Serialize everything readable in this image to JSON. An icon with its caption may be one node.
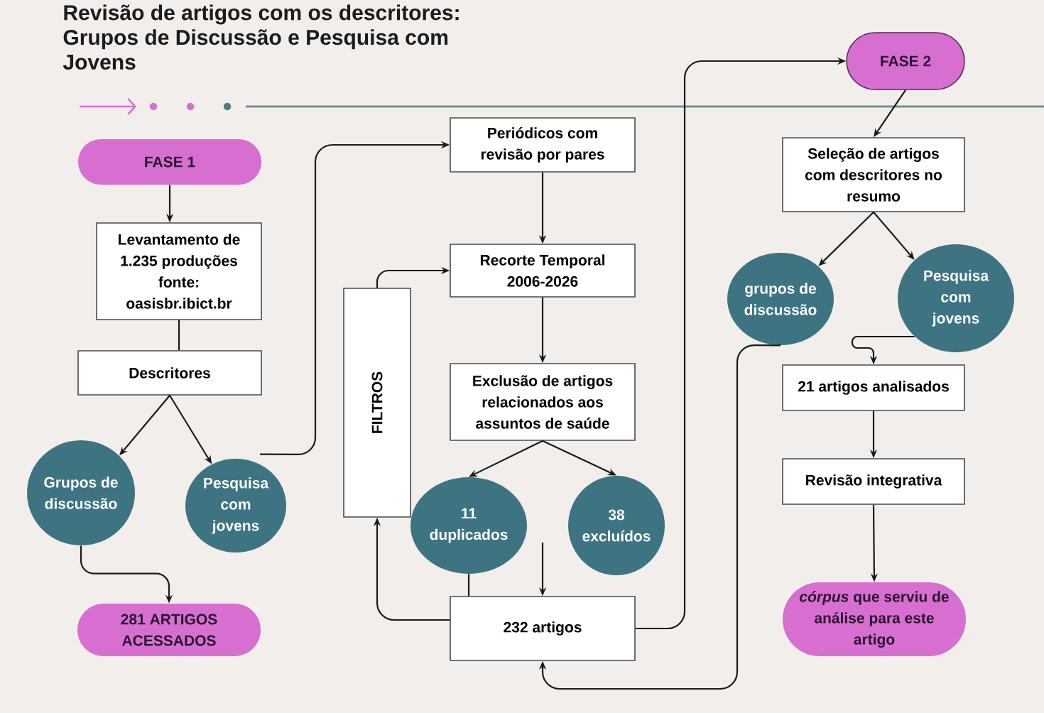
{
  "diagram": {
    "title": "Revisão de artigos com os descritores: Grupos de Discussão e Pesquisa com Jovens",
    "nodes": [
      {
        "text": [
          "FASE 1"
        ]
      },
      {
        "text": [
          "Levantamento de 1.235 produções fonte: oasisbr.ibict.br"
        ]
      },
      {
        "text": [
          "Descritores"
        ]
      },
      {
        "text": [
          "Grupos de discussão"
        ]
      },
      {
        "text": [
          "Pesquisa com jovens"
        ]
      },
      {
        "text": [
          "281 ARTIGOS ACESSADOS"
        ]
      },
      {
        "text": [
          "FILTROS"
        ]
      },
      {
        "text": [
          "Periódicos com revisão por pares"
        ]
      },
      {
        "text": [
          "Recorte Temporal 2006-2026"
        ]
      },
      {
        "text": [
          "Exclusão de artigos relacionados aos assuntos de saúde"
        ]
      },
      {
        "text": [
          "11 duplicados"
        ]
      },
      {
        "text": [
          "38 excluídos"
        ]
      },
      {
        "text": [
          "232 artigos"
        ]
      },
      {
        "text": [
          "FASE 2"
        ]
      },
      {
        "text": [
          "Seleção de artigos com descritores no resumo"
        ]
      },
      {
        "text": [
          "grupos de discussão"
        ]
      },
      {
        "text": [
          "Pesquisa com jovens"
        ]
      },
      {
        "text": [
          "21 artigos analisados"
        ]
      },
      {
        "text": [
          "Revisão integrativa"
        ]
      },
      {
        "text": [
          "*córpus* que serviu de análise para este artigo"
        ]
      }
    ],
    "edges": [
      {
        "from": 0,
        "to": 1,
        "arrow": "to"
      },
      {
        "from": 1,
        "to": 2,
        "arrow": "none"
      },
      {
        "from": 2,
        "to": 3,
        "arrow": "to"
      },
      {
        "from": 2,
        "to": 4,
        "arrow": "to"
      },
      {
        "from": 3,
        "to": 5,
        "arrow": "to"
      },
      {
        "from": 4,
        "to": 7,
        "arrow": "to"
      },
      {
        "from": 7,
        "to": 8,
        "arrow": "to"
      },
      {
        "from": 8,
        "to": 9,
        "arrow": "to"
      },
      {
        "from": 9,
        "to": 10,
        "arrow": "to"
      },
      {
        "from": 9,
        "to": 11,
        "arrow": "to"
      },
      {
        "from": 6,
        "to": 8,
        "arrow": "to"
      },
      {
        "from": 12,
        "to": 6,
        "arrow": "to"
      },
      {
        "from": 10,
        "to": 12,
        "arrow": "none"
      },
      {
        "from": null,
        "to": 12,
        "arrow": "to"
      },
      {
        "from": 12,
        "to": 13,
        "arrow": "to"
      },
      {
        "from": 13,
        "to": 14,
        "arrow": "to"
      },
      {
        "from": 14,
        "to": 15,
        "arrow": "to"
      },
      {
        "from": 14,
        "to": 16,
        "arrow": "to"
      },
      {
        "from": 16,
        "to": 17,
        "arrow": "to"
      },
      {
        "from": 15,
        "to": 12,
        "arrow": "to"
      },
      {
        "from": 17,
        "to": 18,
        "arrow": "to"
      },
      {
        "from": 18,
        "to": 19,
        "arrow": "to"
      }
    ]
  }
}
